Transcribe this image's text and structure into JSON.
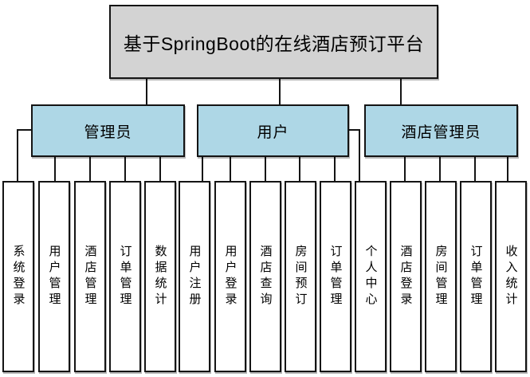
{
  "title": {
    "label": "基于SpringBoot的在线酒店预订平台"
  },
  "groups": [
    {
      "label": "管理员",
      "children": [
        "系统登录",
        "用户管理",
        "酒店管理",
        "订单管理",
        "数据统计"
      ]
    },
    {
      "label": "用户",
      "children": [
        "用户注册",
        "用户登录",
        "酒店查询",
        "房间预订",
        "订单管理"
      ]
    },
    {
      "label": "酒店管理员",
      "children": [
        "个人中心",
        "酒店登录",
        "房间管理",
        "订单管理",
        "收入统计"
      ]
    }
  ],
  "colors": {
    "title_fill": "#d3d3d3",
    "group_fill": "#aed7e6",
    "leaf_fill": "#ffffff",
    "border": "#141414",
    "connector": "#141414",
    "background": "#ffffff"
  }
}
